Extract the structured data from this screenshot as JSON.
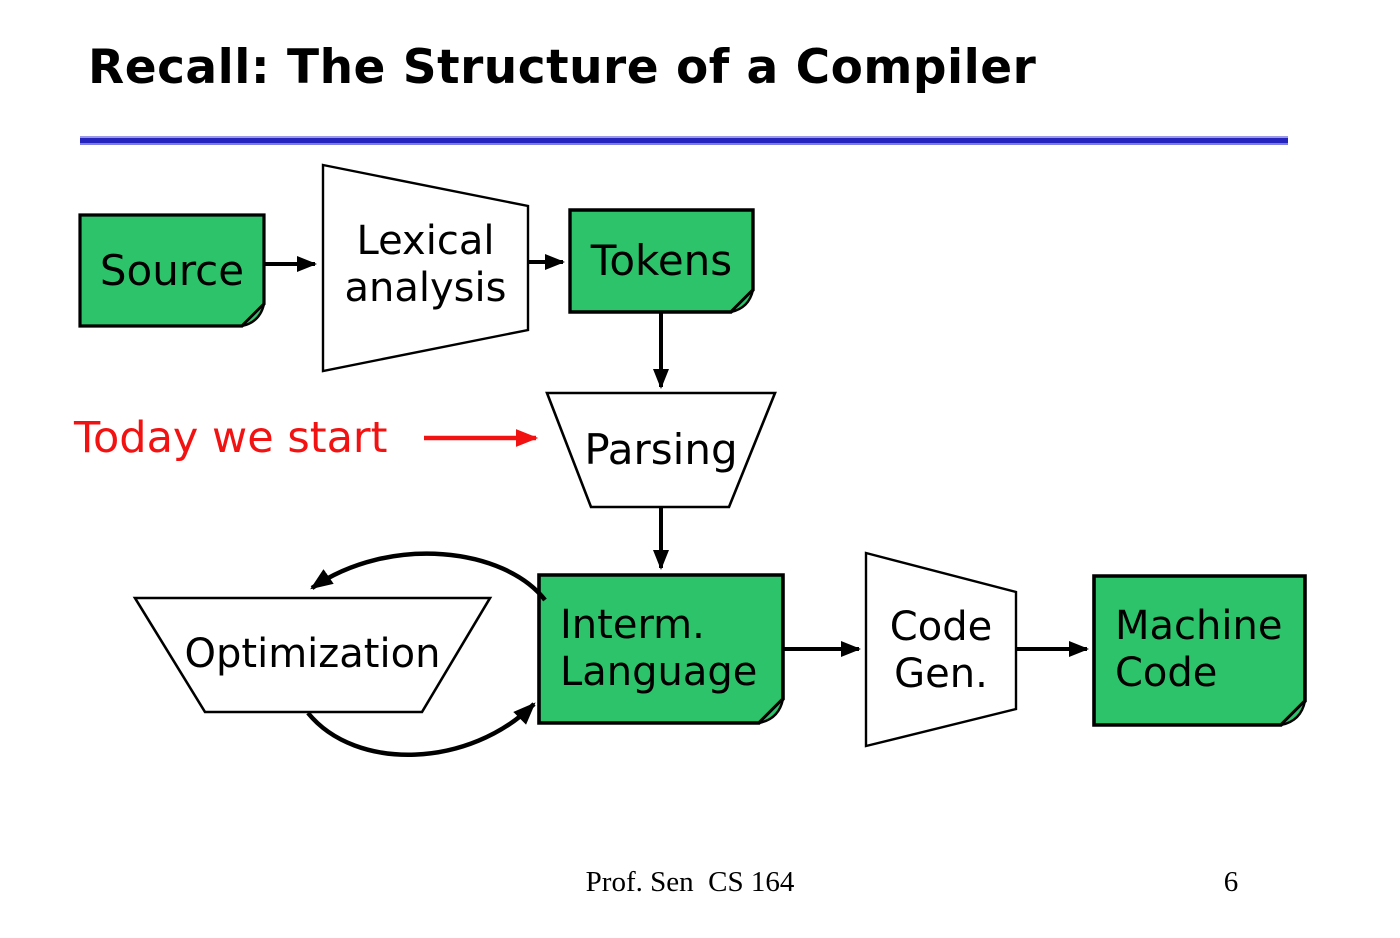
{
  "slide": {
    "title": "Recall: The Structure of a Compiler",
    "annotation": "Today we start",
    "footer": "Prof. Sen  CS 164",
    "page_number": "6"
  },
  "colors": {
    "node_green": "#2dc36a",
    "annotation_red": "#f21212",
    "rule_blue": "#2525bd",
    "outline_black": "#000000",
    "process_fill": "#ffffff"
  },
  "nodes": {
    "source": {
      "label": "Source",
      "shape": "folded-document",
      "fill": "green"
    },
    "lexical": {
      "label": "Lexical\nanalysis",
      "shape": "funnel",
      "fill": "white"
    },
    "tokens": {
      "label": "Tokens",
      "shape": "folded-document",
      "fill": "green"
    },
    "parsing": {
      "label": "Parsing",
      "shape": "trapezoid",
      "fill": "white"
    },
    "optimization": {
      "label": "Optimization",
      "shape": "trapezoid",
      "fill": "white"
    },
    "interm": {
      "label": "Interm.\nLanguage",
      "shape": "folded-document",
      "fill": "green"
    },
    "codegen": {
      "label": "Code\nGen.",
      "shape": "funnel",
      "fill": "white"
    },
    "machine": {
      "label": "Machine\nCode",
      "shape": "folded-document",
      "fill": "green"
    }
  },
  "edges": [
    {
      "from": "source",
      "to": "lexical",
      "style": "straight",
      "color": "black"
    },
    {
      "from": "lexical",
      "to": "tokens",
      "style": "straight",
      "color": "black"
    },
    {
      "from": "tokens",
      "to": "parsing",
      "style": "straight",
      "color": "black"
    },
    {
      "from": "parsing",
      "to": "interm",
      "style": "straight",
      "color": "black"
    },
    {
      "from": "interm",
      "to": "optimization",
      "style": "curved",
      "color": "black"
    },
    {
      "from": "optimization",
      "to": "interm",
      "style": "curved",
      "color": "black"
    },
    {
      "from": "interm",
      "to": "codegen",
      "style": "straight",
      "color": "black"
    },
    {
      "from": "codegen",
      "to": "machine",
      "style": "straight",
      "color": "black"
    },
    {
      "from": "annotation",
      "to": "parsing",
      "style": "straight",
      "color": "red"
    }
  ]
}
